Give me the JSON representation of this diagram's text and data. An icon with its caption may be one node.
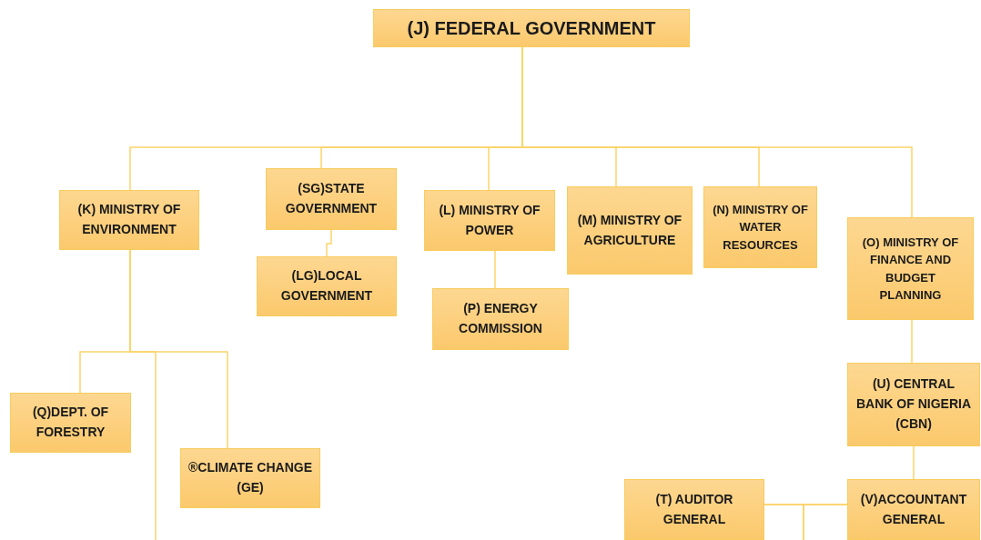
{
  "diagram": {
    "nodes": [
      {
        "text": [
          "(J) FEDERAL GOVERNMENT"
        ]
      },
      {
        "text": [
          "(K) MINISTRY OF ENVIRONMENT"
        ]
      },
      {
        "text": [
          "(SG)STATE GOVERNMENT"
        ]
      },
      {
        "text": [
          "(L) MINISTRY OF POWER"
        ]
      },
      {
        "text": [
          "(M) MINISTRY OF AGRICULTURE"
        ]
      },
      {
        "text": [
          "(N) MINISTRY OF WATER RESOURCES"
        ]
      },
      {
        "text": [
          "(O) MINISTRY OF FINANCE AND BUDGET PLANNING"
        ]
      },
      {
        "text": [
          "(LG)LOCAL GOVERNMENT"
        ]
      },
      {
        "text": [
          "(P) ENERGY COMMISSION"
        ]
      },
      {
        "text": [
          "(Q)DEPT. OF FORESTRY"
        ]
      },
      {
        "text": [
          "®CLIMATE CHANGE (GE)"
        ]
      },
      {
        "text": [
          "(U) CENTRAL BANK OF NIGERIA (CBN)"
        ]
      },
      {
        "text": [
          "(T) AUDITOR GENERAL"
        ]
      },
      {
        "text": [
          "(V)ACCOUNTANT GENERAL"
        ]
      }
    ],
    "edges": [
      {
        "from": 0,
        "to": 1,
        "arrow": "none"
      },
      {
        "from": 0,
        "to": 2,
        "arrow": "none"
      },
      {
        "from": 0,
        "to": 3,
        "arrow": "none"
      },
      {
        "from": 0,
        "to": 4,
        "arrow": "none"
      },
      {
        "from": 0,
        "to": 5,
        "arrow": "none"
      },
      {
        "from": 0,
        "to": 6,
        "arrow": "none"
      },
      {
        "from": 2,
        "to": 7,
        "arrow": "none"
      },
      {
        "from": 3,
        "to": 8,
        "arrow": "none"
      },
      {
        "from": 1,
        "to": 9,
        "arrow": "none"
      },
      {
        "from": 1,
        "to": 10,
        "arrow": "none"
      },
      {
        "from": 1,
        "to": null,
        "arrow": "none"
      },
      {
        "from": 6,
        "to": 11,
        "arrow": "none"
      },
      {
        "from": 11,
        "to": 13,
        "arrow": "none"
      },
      {
        "from": 12,
        "to": 13,
        "arrow": "none"
      },
      {
        "from": 12,
        "to": null,
        "arrow": "none"
      },
      {
        "from": 13,
        "to": null,
        "arrow": "none"
      }
    ]
  }
}
